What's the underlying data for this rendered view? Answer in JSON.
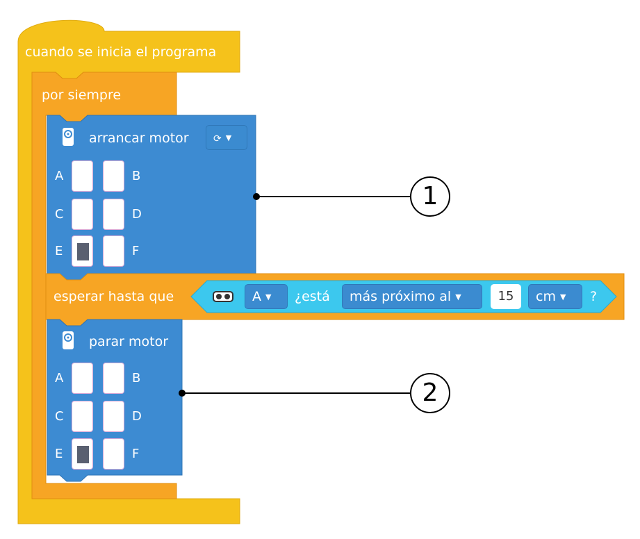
{
  "event_block": {
    "label": "cuando se inicia el programa"
  },
  "forever_block": {
    "label": "por siempre"
  },
  "start_motor_block": {
    "label": "arrancar motor",
    "direction_icon": "rotate-clockwise-icon",
    "ports": {
      "A": "A",
      "B": "B",
      "C": "C",
      "D": "D",
      "E": "E",
      "F": "F"
    },
    "selected_port": "E"
  },
  "wait_until_block": {
    "label": "esperar hasta que",
    "sensor_icon": "distance-sensor-icon",
    "port": "A",
    "is_text": "¿está",
    "comparison": "más próximo al",
    "value": "15",
    "unit": "cm",
    "question": "?"
  },
  "stop_motor_block": {
    "label": "parar motor",
    "ports": {
      "A": "A",
      "B": "B",
      "C": "C",
      "D": "D",
      "E": "E",
      "F": "F"
    },
    "selected_port": "E"
  },
  "callouts": {
    "first": "1",
    "second": "2"
  },
  "colors": {
    "event_yellow": "#f5c21b",
    "control_orange": "#f7a524",
    "motor_blue": "#3d8bd2",
    "sensor_cyan": "#3cc8ee"
  }
}
